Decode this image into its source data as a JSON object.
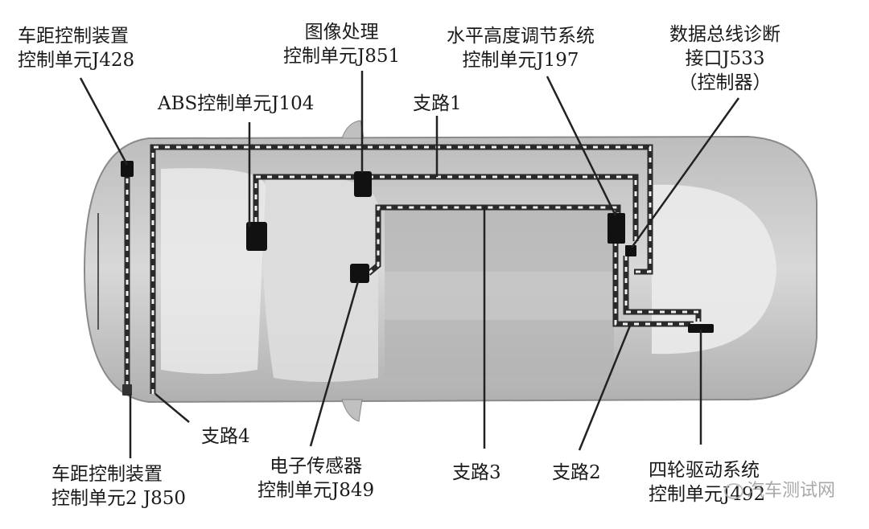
{
  "diagram": {
    "type": "vehicle CAN bus topology (top view)",
    "colors": {
      "background": "#ffffff",
      "car_body": "#d2d2d2",
      "car_shade": "#a8a8a8",
      "bus_line": "#2a2a2a",
      "bus_stripe": "#f0f0f0",
      "control_unit": "#111111",
      "leader_line": "#222222",
      "text": "#1a1a1a"
    },
    "labels": {
      "j428": {
        "line1": "车距控制装置",
        "line2": "控制单元J428"
      },
      "j851": {
        "line1": "图像处理",
        "line2": "控制单元J851"
      },
      "j197": {
        "line1": "水平高度调节系统",
        "line2": "控制单元J197"
      },
      "j533": {
        "line1": "数据总线诊断",
        "line2": "接口J533",
        "line3": "（控制器）"
      },
      "j104": {
        "line1": "ABS控制单元J104"
      },
      "branch1": {
        "line1": "支路1"
      },
      "branch4": {
        "line1": "支路4"
      },
      "branch3": {
        "line1": "支路3"
      },
      "branch2": {
        "line1": "支路2"
      },
      "j850": {
        "line1": "车距控制装置",
        "line2": "控制单元2 J850"
      },
      "j849": {
        "line1": "电子传感器",
        "line2": "控制单元J849"
      },
      "j492": {
        "line1": "四轮驱动系统",
        "line2": "控制单元J492"
      }
    },
    "watermark": "汽车测试网"
  }
}
